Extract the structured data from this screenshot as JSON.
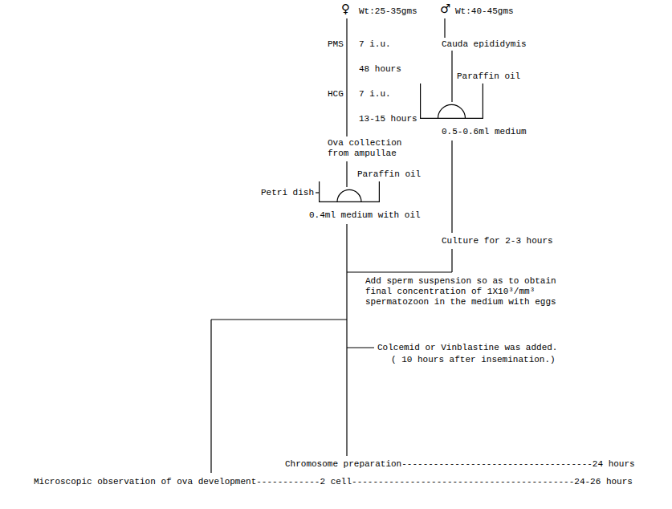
{
  "diagram": {
    "nodes": [
      {
        "text": [
          "Paraffin oil",
          "0.5-0.6ml medium"
        ]
      },
      {
        "text": [
          "Paraffin oil",
          "0.4ml medium with oil"
        ]
      }
    ],
    "labels": [
      "♀",
      "Wt:25-35gms",
      "♂",
      "Wt:40-45gms",
      "PMS",
      "7 i.u.",
      "Cauda epididymis",
      "48 hours",
      "HCG",
      "7 i.u.",
      "13-15 hours",
      "Ova collection from ampullae",
      "Petri dish",
      "Culture for 2-3 hours",
      "Add sperm suspension so as to obtain final concentration of 1X10³/mm³ spermatozoon in the medium with eggs",
      "Colcemid or Vinblastine was added.",
      "( 10 hours after insemination.)",
      "Chromosome preparation------------------------------------24 hours",
      "Microscopic observation of ova development------------2 cell------------------------------------------24-26 hours"
    ]
  }
}
